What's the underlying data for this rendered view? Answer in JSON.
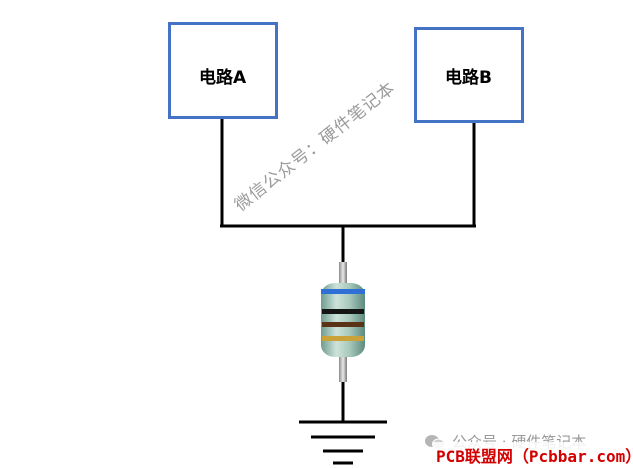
{
  "diagram": {
    "circuit_a_label": "电路A",
    "circuit_b_label": "电路B"
  },
  "watermark": {
    "diagonal_text": "微信公众号：硬件笔记本",
    "footer_text": "公众号 · 硬件笔记本",
    "credit_text": "PCB联盟网（Pcbbar.com）"
  },
  "colors": {
    "box_border": "#4472c4",
    "wire": "#000000",
    "credit": "#d40000",
    "watermark": "#9b9b9b"
  }
}
